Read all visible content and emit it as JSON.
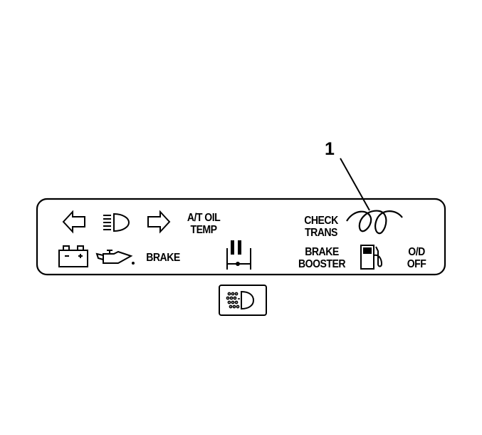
{
  "callout": {
    "number": "1"
  },
  "panel": {
    "at_oil_temp": {
      "line1": "A/T OIL",
      "line2": "TEMP"
    },
    "check_trans": {
      "line1": "CHECK",
      "line2": "TRANS"
    },
    "brake": "BRAKE",
    "brake_booster": {
      "line1": "BRAKE",
      "line2": "BOOSTER"
    },
    "od_off": {
      "line1": "O/D",
      "line2": "OFF"
    }
  },
  "icons": [
    "left-turn-signal-icon",
    "high-beam-icon",
    "right-turn-signal-icon",
    "coil-glow-plug-icon",
    "battery-icon",
    "oil-can-icon",
    "seatbelt-icon",
    "fuel-pump-icon",
    "fog-lamp-icon"
  ]
}
